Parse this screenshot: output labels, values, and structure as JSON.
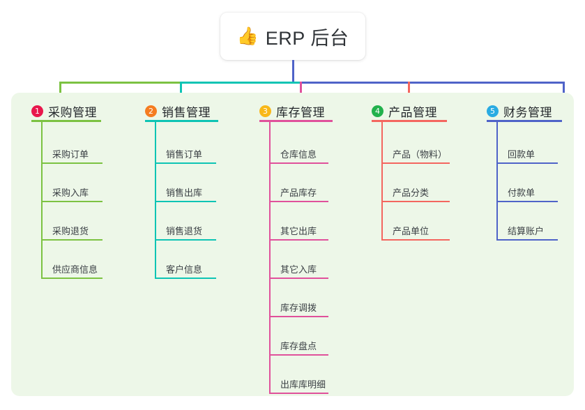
{
  "root": {
    "icon": "thumbs-up-emoji",
    "emoji": "👍",
    "title": "ERP 后台"
  },
  "palette": {
    "page_background": "#ffffff",
    "panel_background": "#edf7e8",
    "card_background": "#ffffff",
    "root_stem": "#4f63c8",
    "branch_green": "#7cc242",
    "branch_teal": "#0ec4b4",
    "branch_pink": "#e0519b",
    "branch_salmon": "#f4665f",
    "branch_blue": "#4f63c8",
    "badge_1": "#e8174c",
    "badge_2": "#f57c20",
    "badge_3": "#f9b819",
    "badge_4": "#22b14c",
    "badge_5": "#29abe2",
    "title_text": "#2f3337",
    "item_text": "#3a3f44"
  },
  "branches": [
    {
      "number": "1",
      "title": "采购管理",
      "badge_color": "#e8174c",
      "line_color": "#7cc242",
      "items": [
        {
          "label": "采购订单"
        },
        {
          "label": "采购入库"
        },
        {
          "label": "采购退货"
        },
        {
          "label": "供应商信息"
        }
      ]
    },
    {
      "number": "2",
      "title": "销售管理",
      "badge_color": "#f57c20",
      "line_color": "#0ec4b4",
      "items": [
        {
          "label": "销售订单"
        },
        {
          "label": "销售出库"
        },
        {
          "label": "销售退货"
        },
        {
          "label": "客户信息"
        }
      ]
    },
    {
      "number": "3",
      "title": "库存管理",
      "badge_color": "#f9b819",
      "line_color": "#e0519b",
      "items": [
        {
          "label": "仓库信息"
        },
        {
          "label": "产品库存"
        },
        {
          "label": "其它出库"
        },
        {
          "label": "其它入库"
        },
        {
          "label": "库存调拨"
        },
        {
          "label": "库存盘点"
        },
        {
          "label": "出库库明细"
        }
      ]
    },
    {
      "number": "4",
      "title": "产品管理",
      "badge_color": "#22b14c",
      "line_color": "#f4665f",
      "items": [
        {
          "label": "产品（物料）"
        },
        {
          "label": "产品分类"
        },
        {
          "label": "产品单位"
        }
      ]
    },
    {
      "number": "5",
      "title": "财务管理",
      "badge_color": "#29abe2",
      "line_color": "#4f63c8",
      "items": [
        {
          "label": "回款单"
        },
        {
          "label": "付款单"
        },
        {
          "label": "结算账户"
        }
      ]
    }
  ]
}
